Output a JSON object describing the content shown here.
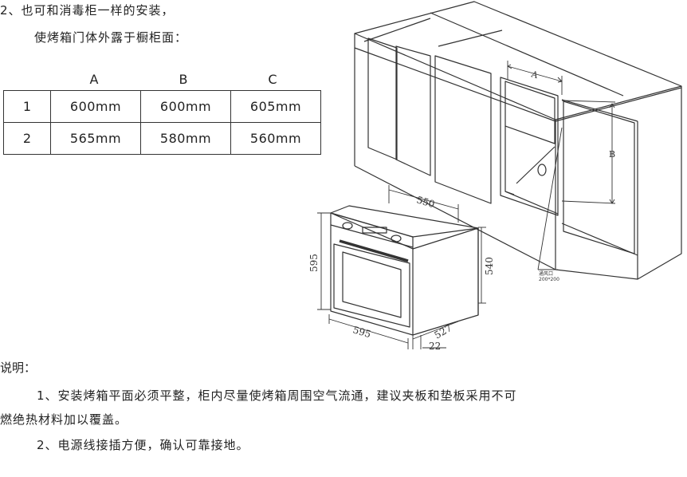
{
  "heading": "2、也可和消毒柜一样的安装，",
  "subheading": "使烤箱门体外露于橱柜面：",
  "table": {
    "columns": [
      "A",
      "B",
      "C"
    ],
    "rows": [
      {
        "label": "1",
        "values": [
          "600mm",
          "600mm",
          "605mm"
        ]
      },
      {
        "label": "2",
        "values": [
          "565mm",
          "580mm",
          "560mm"
        ]
      }
    ]
  },
  "diagram": {
    "label_a": "A",
    "label_b": "B",
    "vent_label_1": "通风口",
    "vent_label_2": "200*200",
    "dim_top_depth": "550",
    "dim_height_front": "595",
    "dim_height_side": "540",
    "dim_width_front": "595",
    "dim_side_depth": "527",
    "dim_bottom_small": "22"
  },
  "notes": {
    "title": "说明：",
    "item1_line1": "1、安装烤箱平面必须平整，柜内尽量使烤箱周围空气流通，建议夹板和垫板采用不可",
    "item1_line2": "燃绝热材料加以覆盖。",
    "item2": "2、电源线接插方便，确认可靠接地。"
  }
}
